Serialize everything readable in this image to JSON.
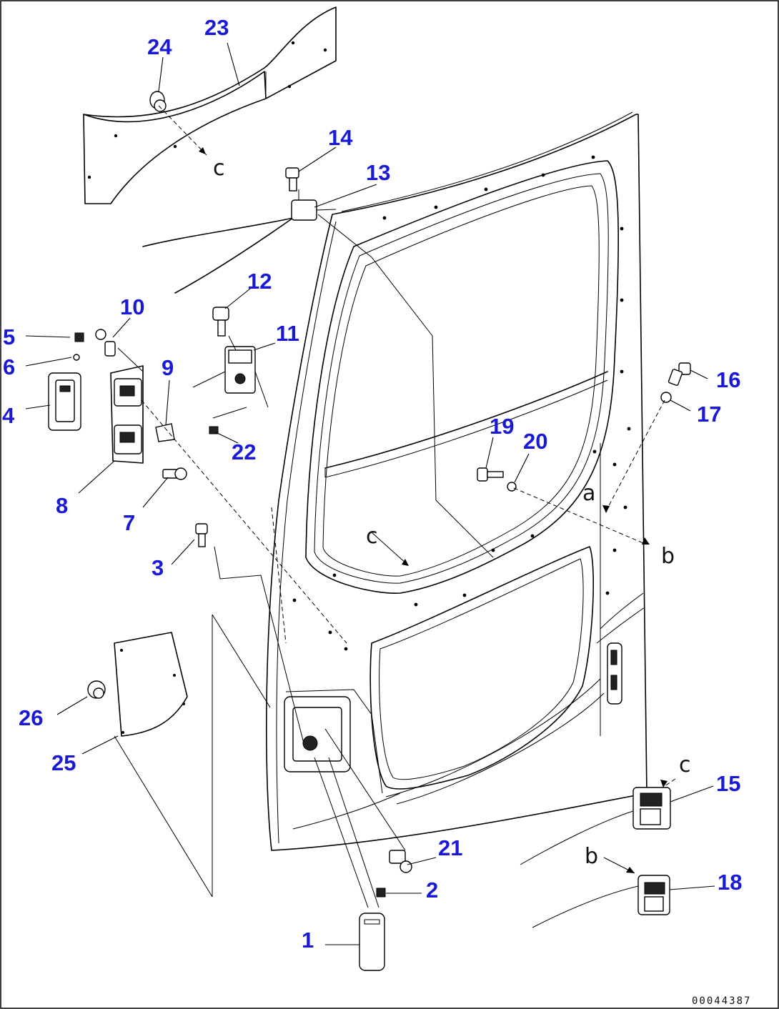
{
  "callouts": [
    {
      "id": "1",
      "label": "1"
    },
    {
      "id": "2",
      "label": "2"
    },
    {
      "id": "3",
      "label": "3"
    },
    {
      "id": "4",
      "label": "4"
    },
    {
      "id": "5",
      "label": "5"
    },
    {
      "id": "6",
      "label": "6"
    },
    {
      "id": "7",
      "label": "7"
    },
    {
      "id": "8",
      "label": "8"
    },
    {
      "id": "9",
      "label": "9"
    },
    {
      "id": "10",
      "label": "10"
    },
    {
      "id": "11",
      "label": "11"
    },
    {
      "id": "12",
      "label": "12"
    },
    {
      "id": "13",
      "label": "13"
    },
    {
      "id": "14",
      "label": "14"
    },
    {
      "id": "15",
      "label": "15"
    },
    {
      "id": "16",
      "label": "16"
    },
    {
      "id": "17",
      "label": "17"
    },
    {
      "id": "18",
      "label": "18"
    },
    {
      "id": "19",
      "label": "19"
    },
    {
      "id": "20",
      "label": "20"
    },
    {
      "id": "21",
      "label": "21"
    },
    {
      "id": "22",
      "label": "22"
    },
    {
      "id": "23",
      "label": "23"
    },
    {
      "id": "24",
      "label": "24"
    },
    {
      "id": "25",
      "label": "25"
    },
    {
      "id": "26",
      "label": "26"
    }
  ],
  "refs": {
    "a": "a",
    "b": "b",
    "c": "c"
  },
  "doc_number": "00044387"
}
